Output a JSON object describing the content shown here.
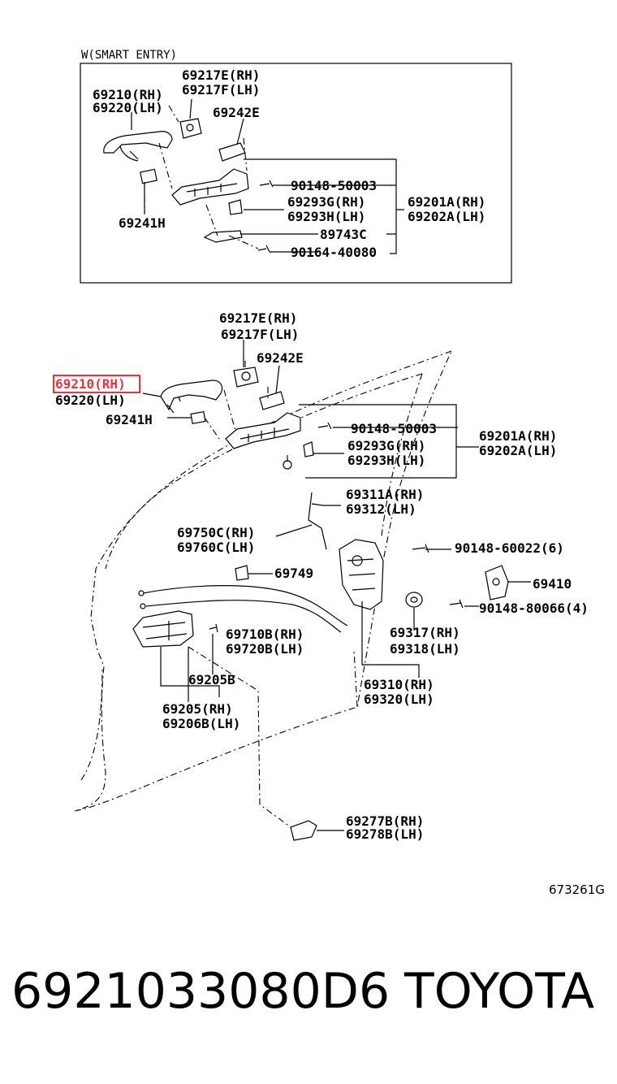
{
  "inset": {
    "title": "W(SMART ENTRY)",
    "labels": {
      "handle_rh": "69210(RH)",
      "handle_lh": "69220(LH)",
      "pad_rh": "69217E(RH)",
      "pad_lh": "69217F(LH)",
      "cover": "69242E",
      "cap": "69241H",
      "screw1": "90148-50003",
      "bracket_rh": "69293G(RH)",
      "bracket_lh": "69293H(LH)",
      "frame_rh": "69201A(RH)",
      "frame_lh": "69202A(LH)",
      "clip": "89743C",
      "screw2": "90164-40080"
    }
  },
  "main": {
    "labels": {
      "pad_rh": "69217E(RH)",
      "pad_lh": "69217F(LH)",
      "cover": "69242E",
      "handle_rh": "69210(RH)",
      "handle_lh": "69220(LH)",
      "cap": "69241H",
      "screw1": "90148-50003",
      "bracket_rh": "69293G(RH)",
      "bracket_lh": "69293H(LH)",
      "frame_rh": "69201A(RH)",
      "frame_lh": "69202A(LH)",
      "rod_rh": "69311A(RH)",
      "rod_lh": "69312(LH)",
      "cable_rh": "69750C(RH)",
      "cable_lh": "69760C(LH)",
      "screw_lock": "90148-60022(6)",
      "clamp": "69749",
      "striker": "69410",
      "screw_striker": "90148-80066(4)",
      "inner_cable_rh": "69710B(RH)",
      "inner_cable_lh": "69720B(LH)",
      "bushing_rh": "69317(RH)",
      "bushing_lh": "69318(LH)",
      "inner_screw": "69205B",
      "lock_rh": "69310(RH)",
      "lock_lh": "69320(LH)",
      "inner_handle_rh": "69205(RH)",
      "inner_handle_lh": "69206B(LH)",
      "bezel_rh": "69277B(RH)",
      "bezel_lh": "69278B(LH)"
    },
    "highlight_color": "#e8343c"
  },
  "figure_code": "673261G",
  "footer": {
    "part_number": "6921033080D6",
    "brand": "TOYOTA"
  }
}
